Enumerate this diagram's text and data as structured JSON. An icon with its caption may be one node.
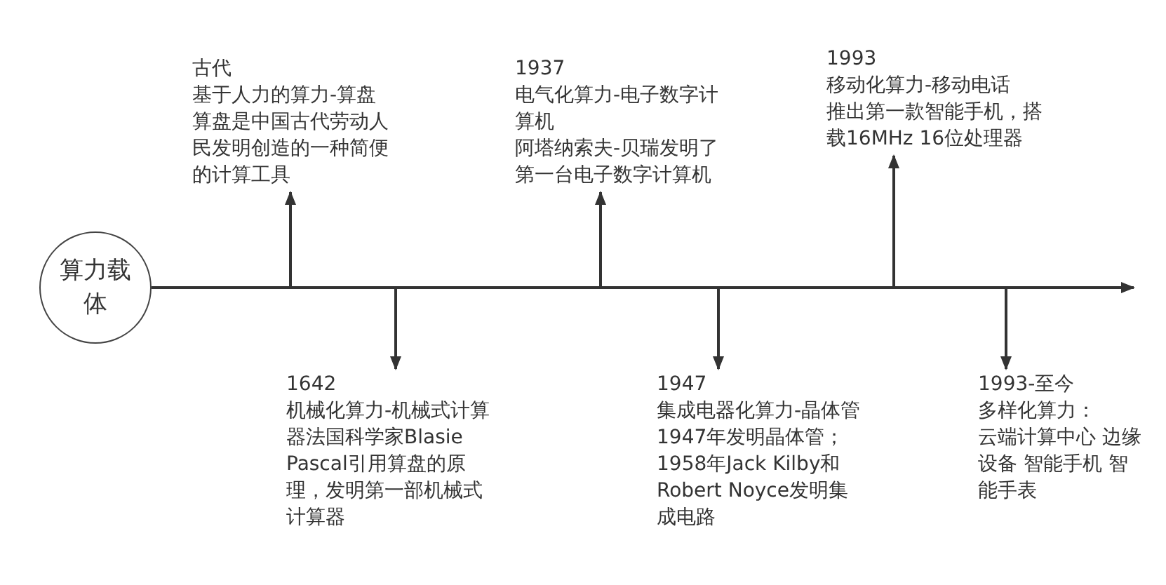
{
  "diagram": {
    "nodes": [
      {
        "text": [
          "算力载体"
        ]
      },
      {
        "text": [
          "古代",
          "基于人力的算力-算盘",
          "算盘是中国古代劳动人民发明创造的一种简便的计算工具"
        ]
      },
      {
        "text": [
          "1642",
          "机械化算力-机械式计算器法国科学家Blasie Pascal引用算盘的原理，发明第一部机械式计算器"
        ]
      },
      {
        "text": [
          "1937",
          "电气化算力-电子数字计算机",
          "阿塔纳索夫-贝瑞发明了第一台电子数字计算机"
        ]
      },
      {
        "text": [
          "1947",
          "集成电器化算力-晶体管",
          "1947年发明晶体管；1958年Jack Kilby和Robert Noyce发明集成电路"
        ]
      },
      {
        "text": [
          "1993",
          "移动化算力-移动电话",
          "推出第一款智能手机，搭载16MHz 16位处理器"
        ]
      },
      {
        "text": [
          "1993-至今",
          "多样化算力：",
          "云端计算中心 边缘设备 智能手机 智能手表"
        ]
      }
    ],
    "edges": [
      {
        "from": 0,
        "to": null,
        "arrow": "to"
      },
      {
        "from": null,
        "to": 1,
        "arrow": "to"
      },
      {
        "from": null,
        "to": 2,
        "arrow": "to"
      },
      {
        "from": null,
        "to": 3,
        "arrow": "to"
      },
      {
        "from": null,
        "to": 4,
        "arrow": "to"
      },
      {
        "from": null,
        "to": 5,
        "arrow": "to"
      },
      {
        "from": null,
        "to": 6,
        "arrow": "to"
      }
    ]
  }
}
